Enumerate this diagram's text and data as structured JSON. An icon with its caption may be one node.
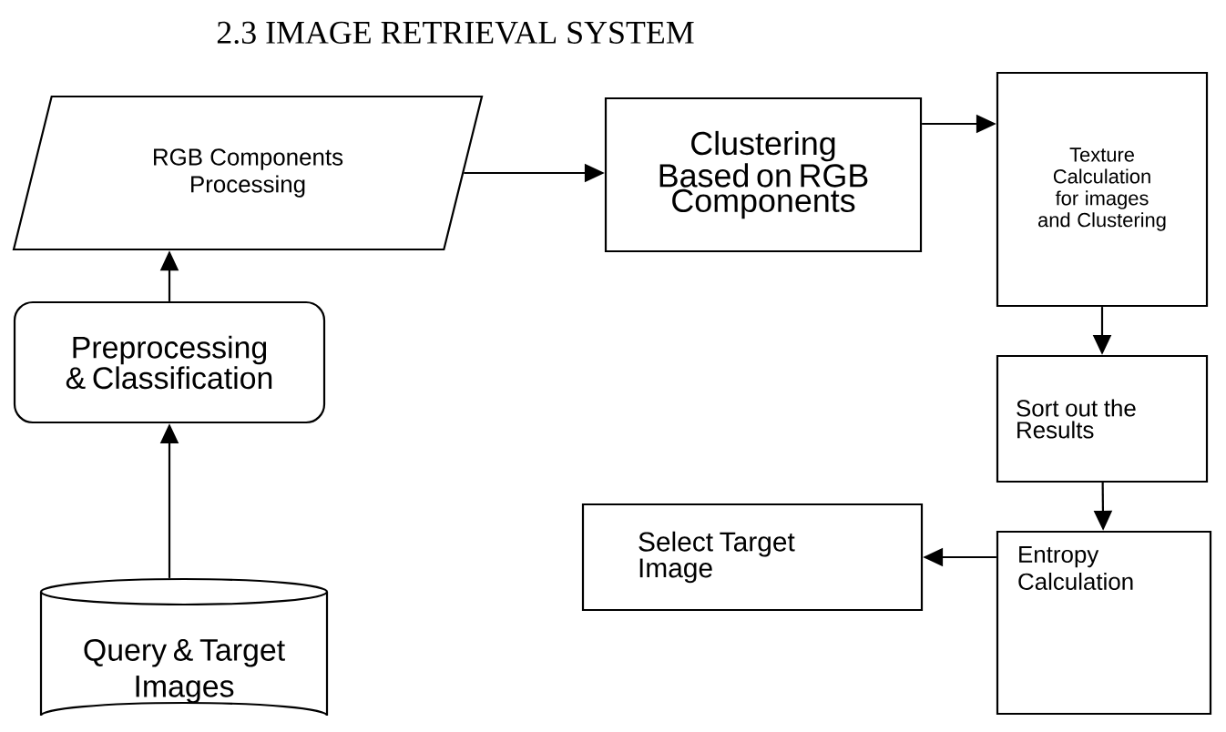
{
  "diagram": {
    "title": "2.3 IMAGE RETRIEVAL SYSTEM",
    "nodes": [
      {
        "text": [
          "Query & Target Images"
        ]
      },
      {
        "text": [
          "Preprocessing & Classification"
        ]
      },
      {
        "text": [
          "RGB Components Processing"
        ]
      },
      {
        "text": [
          "Clustering Based on RGB Components"
        ]
      },
      {
        "text": [
          "Texture Calculation for images and Clustering"
        ]
      },
      {
        "text": [
          "Sort out the Results"
        ]
      },
      {
        "text": [
          "Entropy Calculation"
        ]
      },
      {
        "text": [
          "Select Target Image"
        ]
      }
    ],
    "edges": [
      {
        "from": 0,
        "to": 1,
        "arrow": "to"
      },
      {
        "from": 1,
        "to": 2,
        "arrow": "to"
      },
      {
        "from": 2,
        "to": 3,
        "arrow": "to"
      },
      {
        "from": 3,
        "to": 4,
        "arrow": "to"
      },
      {
        "from": 4,
        "to": 5,
        "arrow": "to"
      },
      {
        "from": 5,
        "to": 6,
        "arrow": "to"
      },
      {
        "from": 6,
        "to": 7,
        "arrow": "to"
      }
    ]
  }
}
